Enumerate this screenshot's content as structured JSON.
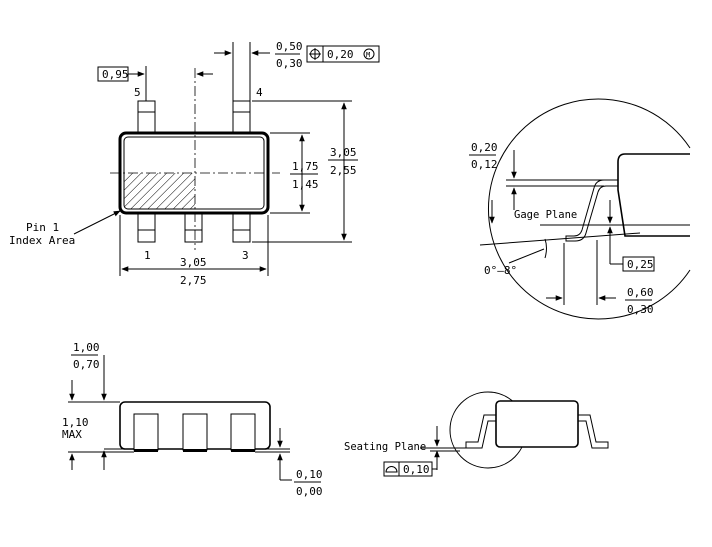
{
  "top_view": {
    "pitch": "0,95",
    "lead_width_max": "0,50",
    "lead_width_min": "0,30",
    "position_tolerance": "0,20",
    "mmc_symbol": "M",
    "pin_labels": [
      "5",
      "4",
      "1",
      "3"
    ],
    "body_width_max": "1,75",
    "body_width_min": "1,45",
    "total_width_max": "3,05",
    "total_width_min": "2,55",
    "body_length_max": "3,05",
    "body_length_min": "2,75",
    "pin1_label_line1": "Pin 1",
    "pin1_label_line2": "Index Area"
  },
  "gage_detail": {
    "lead_thickness_max": "0,20",
    "lead_thickness_min": "0,12",
    "gage_plane_label": "Gage Plane",
    "gage_dim": "0,25",
    "angle": "0°–8°",
    "foot_length_max": "0,60",
    "foot_length_min": "0,30"
  },
  "side_view": {
    "standoff_max": "1,00",
    "standoff_min": "0,70",
    "height": "1,10",
    "height_note": "MAX",
    "lead_offset_max": "0,10",
    "lead_offset_min": "0,00"
  },
  "seating_detail": {
    "seating_plane_label": "Seating Plane",
    "coplanarity": "0,10"
  }
}
